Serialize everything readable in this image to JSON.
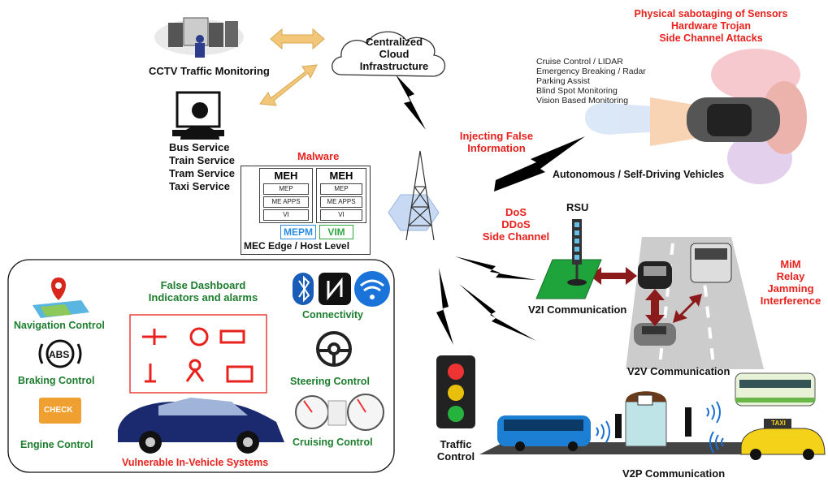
{
  "cloud": {
    "line1": "Centralized",
    "line2": "Cloud",
    "line3": "Infrastructure"
  },
  "cctv": {
    "label": "CCTV Traffic Monitoring"
  },
  "public_transport": {
    "services": [
      "Bus Service",
      "Train Service",
      "Tram Service",
      "Taxi Service"
    ]
  },
  "mec": {
    "malware_label": "Malware",
    "meh_title": "MEH",
    "boxes": [
      "MEP",
      "ME APPS",
      "VI"
    ],
    "mepm": "MEPM",
    "vim": "VIM",
    "footer": "MEC Edge / Host Level"
  },
  "sensors": {
    "attacks": [
      "Physical sabotaging of Sensors",
      "Hardware Trojan",
      "Side Channel Attacks"
    ],
    "features": [
      "Cruise Control / LIDAR",
      "Emergency Breaking / Radar",
      "Parking Assist",
      "Blind Spot Monitoring",
      "Vision Based Monitoring"
    ]
  },
  "false_info": {
    "line1": "Injecting False",
    "line2": "Information"
  },
  "autonomous": {
    "label": "Autonomous / Self-Driving Vehicles"
  },
  "dos": {
    "lines": [
      "DoS",
      "DDoS",
      "Side Channel"
    ]
  },
  "rsu": {
    "label": "RSU"
  },
  "v2i": {
    "label": "V2I Communication"
  },
  "mim": {
    "lines": [
      "MiM",
      "Relay",
      "Jamming",
      "Interference"
    ]
  },
  "v2v": {
    "label": "V2V Communication"
  },
  "traffic": {
    "line1": "Traffic",
    "line2": "Control"
  },
  "v2p": {
    "label": "V2P Communication"
  },
  "taxi": {
    "sign": "TAXI"
  },
  "in_vehicle": {
    "dashboard_line1": "False Dashboard",
    "dashboard_line2": "Indicators and alarms",
    "navigation": "Navigation Control",
    "braking": "Braking Control",
    "abs": "ABS",
    "engine": "Engine Control",
    "check": "CHECK",
    "connectivity": "Connectivity",
    "steering": "Steering Control",
    "cruising": "Cruising Control",
    "title": "Vulnerable In-Vehicle Systems"
  },
  "colors": {
    "attack_red": "#e8211d",
    "control_green": "#1d7d2e",
    "car_blue": "#1b2a6e",
    "arrow_red": "#8b1a1a",
    "arrow_gold": "#f2c77a"
  }
}
